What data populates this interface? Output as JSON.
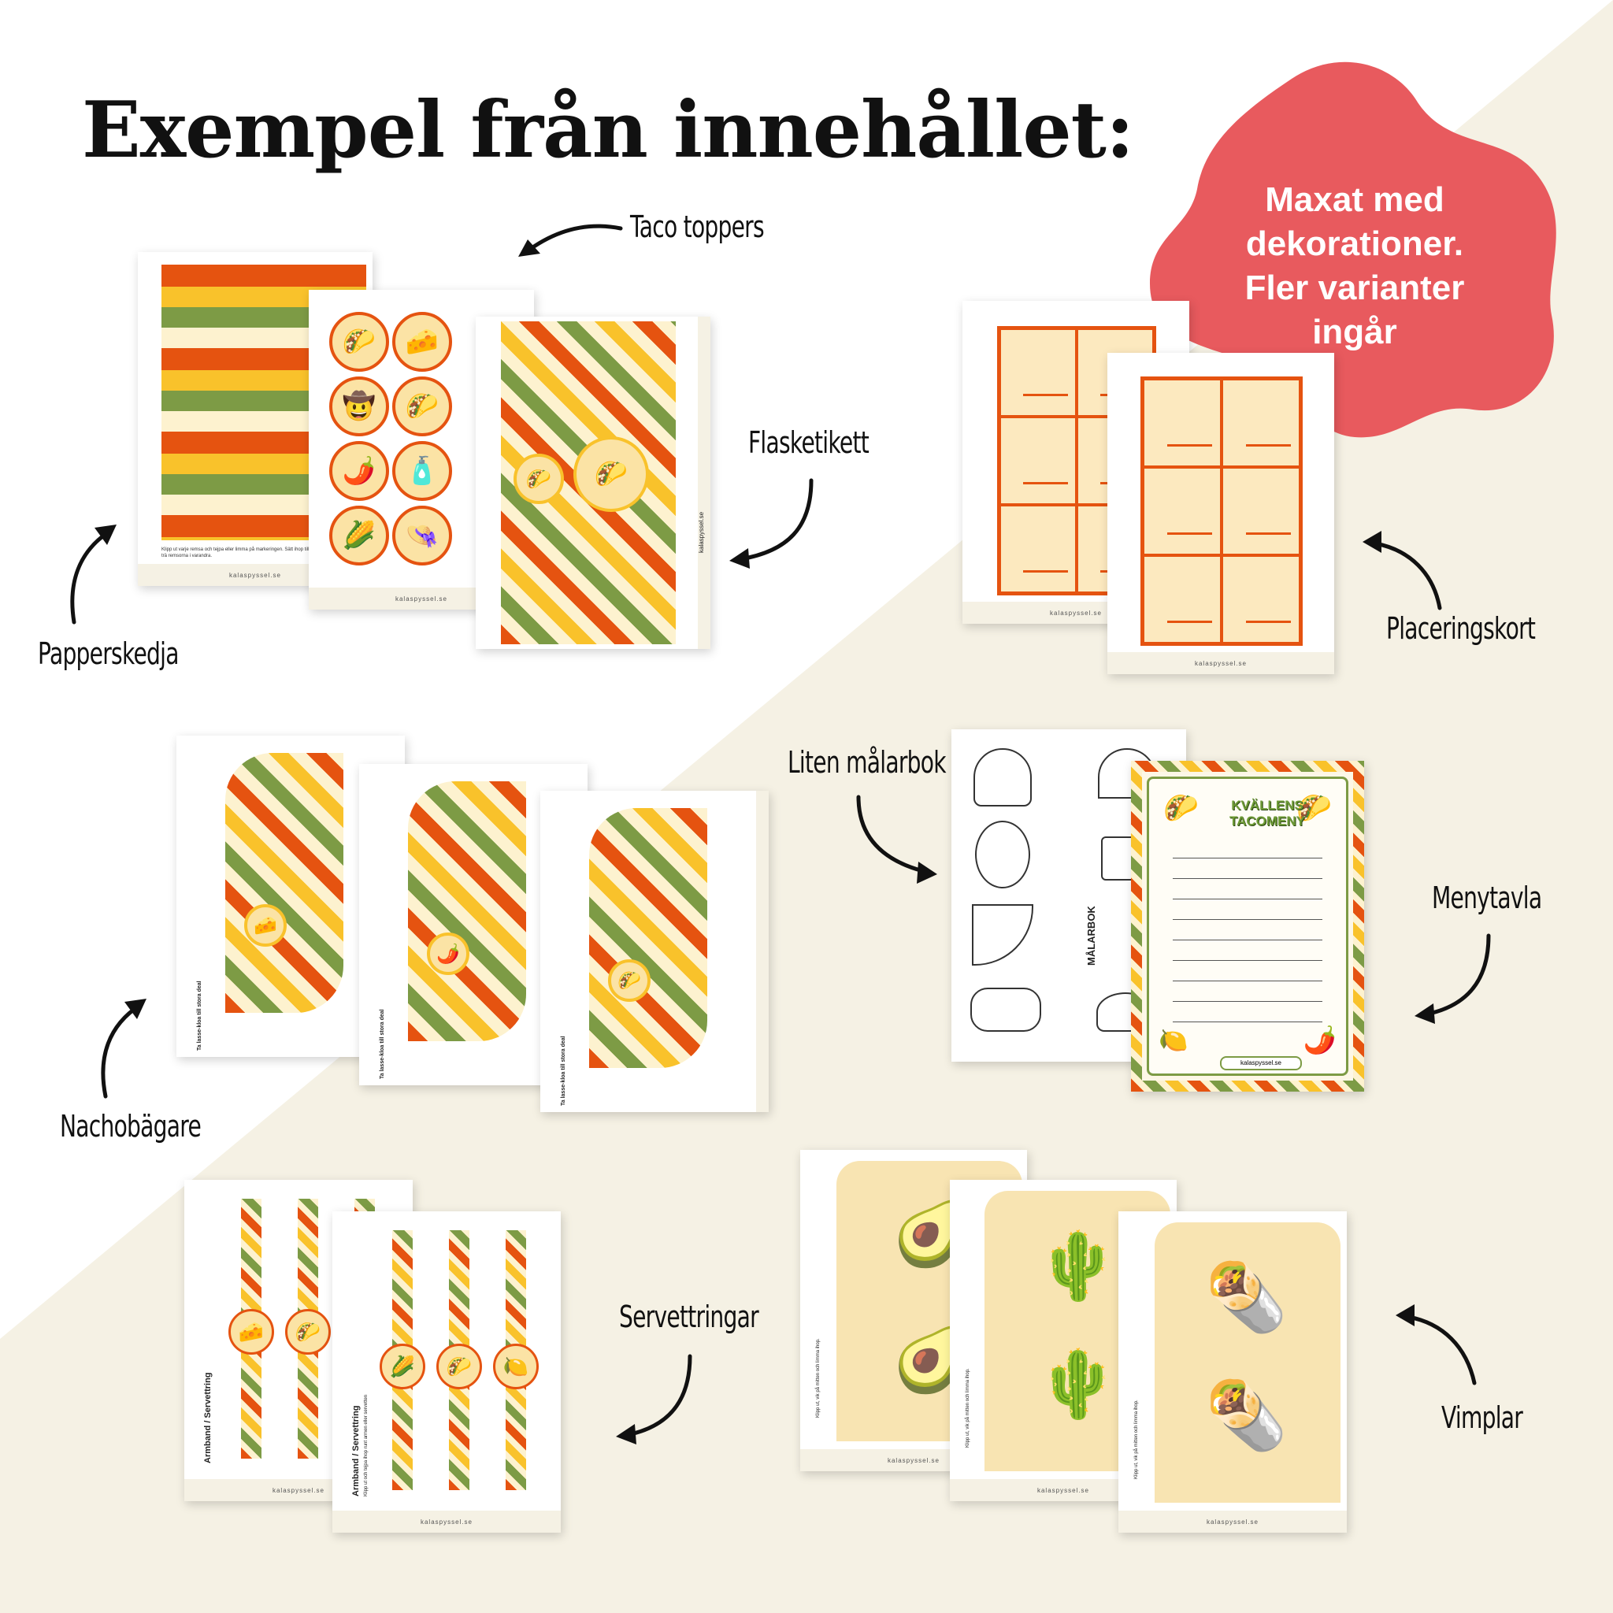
{
  "heading": "Exempel från innehållet:",
  "badge": {
    "lines": [
      "Maxat med",
      "dekorationer.",
      "Fler varianter",
      "ingår"
    ],
    "color": "#e85a5e"
  },
  "labels": {
    "taco_toppers": "Taco toppers",
    "flasketikett": "Flasketikett",
    "papperskedja": "Papperskedja",
    "placeringskort": "Placeringskort",
    "liten_malarbok": "Liten målarbok",
    "menytavla": "Menytavla",
    "nachobagare": "Nachobägare",
    "servettringar": "Servettringar",
    "vimplar": "Vimplar"
  },
  "sheet_footer": "kalaspyssel.se",
  "papperskedja_instructions": "Klipp ut varje remsa och tejpa eller limma på markeringen. Sätt ihop till en kedja genom att trä remsorna i varandra.",
  "menu": {
    "title_line1": "KVÄLLENS",
    "title_line2": "TACOMENY"
  },
  "coloring_book_label": "MÅLARBOK",
  "napkin_label": "Armband / Servettring",
  "napkin_sub": "Klipp ut och tejpa ihop runt armen eller servetten",
  "nacho_label": "Ta lasse-kloa till stora deal",
  "pennant_note": "Klipp ut, vik på mitten och limma ihop.",
  "colors": {
    "orange": "#e55310",
    "yellow": "#f9c22b",
    "green": "#7d9b45",
    "cream": "#fdf2cf",
    "background_beige": "#f5f1e4"
  }
}
